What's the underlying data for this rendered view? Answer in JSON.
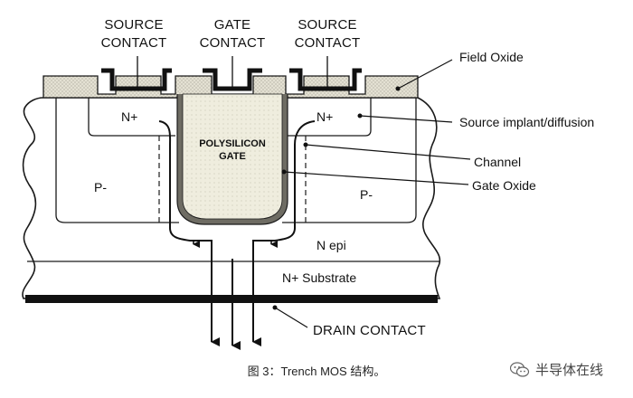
{
  "labels": {
    "source_contact_left": [
      "SOURCE",
      "CONTACT"
    ],
    "gate_contact": [
      "GATE",
      "CONTACT"
    ],
    "source_contact_right": [
      "SOURCE",
      "CONTACT"
    ],
    "field_oxide": "Field Oxide",
    "source_implant": "Source implant/diffusion",
    "channel": "Channel",
    "gate_oxide": "Gate Oxide",
    "n_plus_left": "N+",
    "n_plus_right": "N+",
    "polysilicon_gate": [
      "POLYSILICON",
      "GATE"
    ],
    "p_minus_left": "P-",
    "p_minus_right": "P-",
    "n_epi": "N epi",
    "n_plus_substrate": "N+ Substrate",
    "drain_contact": "DRAIN CONTACT"
  },
  "caption": "图 3：Trench MOS 结构。",
  "watermark": "半导体在线",
  "colors": {
    "line": "#1a1a1a",
    "oxide_fill": "#d9d6c8",
    "gate_fill": "#e7e3cf",
    "metal": "#111111"
  },
  "icons": [
    "arrow-down-icon",
    "wechat-watermark-icon"
  ]
}
